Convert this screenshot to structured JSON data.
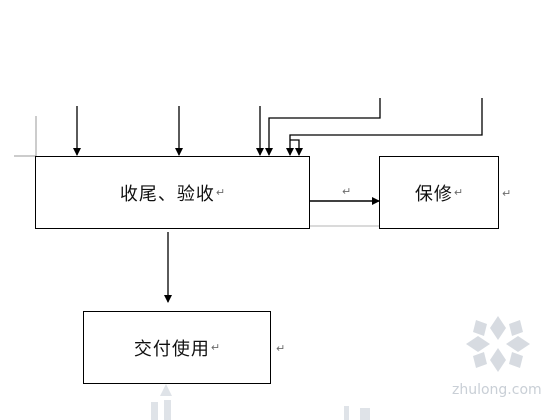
{
  "boxes": {
    "acceptance": "收尾、验收",
    "warranty": "保修",
    "delivery": "交付使用"
  },
  "marks": {
    "return_symbol": "↵"
  },
  "watermark": {
    "text": "zhulong.com"
  },
  "colors": {
    "line": "#000000",
    "gray_line": "#9a9a9a",
    "watermark": "#c9cfd6"
  }
}
